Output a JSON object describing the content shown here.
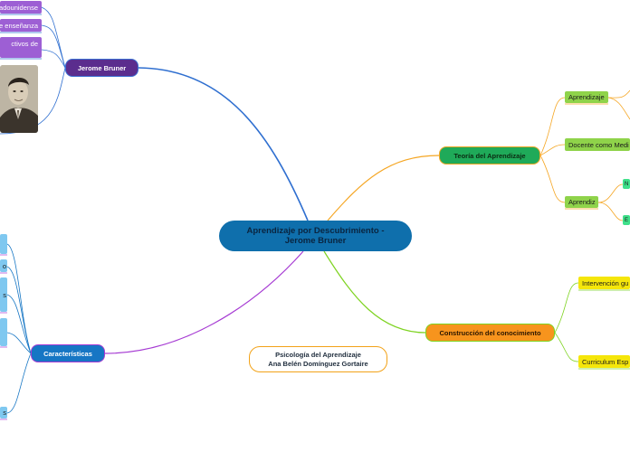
{
  "central": {
    "line1": "Aprendizaje por Descubrimiento -",
    "line2": "Jerome Bruner"
  },
  "note": {
    "line1": "Psicología del Aprendizaje",
    "line2": "Ana Belén Domínguez Gortaire"
  },
  "branches": {
    "jerome": {
      "label": "Jerome Bruner",
      "color": "#5b2d8e",
      "items": [
        "adounidense",
        "e enseñanza",
        "ctivos de"
      ]
    },
    "teoria": {
      "label": "Teoría del Aprendizaje",
      "color": "#1faa59",
      "items": [
        "Aprendizaje",
        "Docente como Medi",
        "Aprendiz"
      ],
      "subitems": [
        "N",
        "E"
      ]
    },
    "construccion": {
      "label": "Construcción del conocimiento",
      "color": "#f7941d",
      "items": [
        "Intervención gu",
        "Curriculum Esp"
      ]
    },
    "caracteristicas": {
      "label": "Características",
      "color": "#1676c4",
      "items": [
        "o",
        "s",
        "s"
      ]
    }
  },
  "colors": {
    "jerome_line": "#2f6fd0",
    "teoria_line": "#f5a623",
    "construccion_line": "#7ed321",
    "caracteristicas_line": "#a63bd3",
    "jerome_sub": "#9d5fd4",
    "teoria_sub": "#8fd34a",
    "teoria_subsub": "#3fe08a",
    "construccion_sub": "#f5e60a",
    "caracteristicas_sub": "#7fc8f0"
  },
  "icons": {
    "portrait": "portrait-photo"
  }
}
